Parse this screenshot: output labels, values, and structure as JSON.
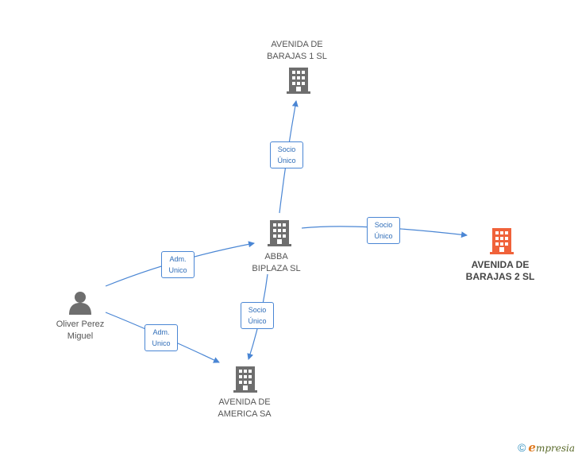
{
  "colors": {
    "edge": "#4a86d4",
    "node": "#6e6e6e",
    "focus": "#f0623a"
  },
  "nodes": {
    "avenida_barajas_1": {
      "line1": "AVENIDA DE",
      "line2": "BARAJAS 1 SL",
      "icon": "building-icon"
    },
    "abba_biplaza": {
      "line1": "ABBA",
      "line2": "BIPLAZA SL",
      "icon": "building-icon"
    },
    "avenida_barajas_2": {
      "line1": "AVENIDA DE",
      "line2": "BARAJAS 2 SL",
      "icon": "building-icon",
      "focus": true
    },
    "oliver_perez": {
      "line1": "Oliver Perez",
      "line2": "Miguel",
      "icon": "person-icon"
    },
    "avenida_america": {
      "line1": "AVENIDA DE",
      "line2": "AMERICA SA",
      "icon": "building-icon"
    }
  },
  "edges": [
    {
      "from": "abba_biplaza",
      "to": "avenida_barajas_1",
      "line1": "Socio",
      "line2": "Único"
    },
    {
      "from": "abba_biplaza",
      "to": "avenida_barajas_2",
      "line1": "Socio",
      "line2": "Único"
    },
    {
      "from": "oliver_perez",
      "to": "abba_biplaza",
      "line1": "Adm.",
      "line2": "Unico"
    },
    {
      "from": "abba_biplaza",
      "to": "avenida_america",
      "line1": "Socio",
      "line2": "Único"
    },
    {
      "from": "oliver_perez",
      "to": "avenida_america",
      "line1": "Adm.",
      "line2": "Unico"
    }
  ],
  "footer": {
    "symbol": "©",
    "brand_initial": "e",
    "brand_rest": "mpresia"
  }
}
